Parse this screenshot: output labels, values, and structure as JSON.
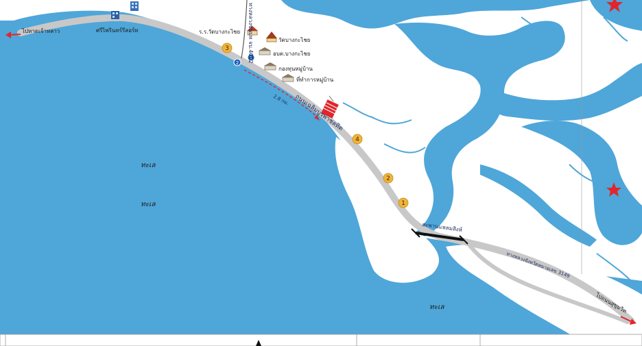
{
  "map": {
    "colors": {
      "water": "#4fa6d9",
      "land": "#ffffff",
      "road": "#c8c8c8",
      "road_edge": "#9a9a9a",
      "marker": "#f0b43c",
      "building_red": "#e0262c",
      "arrow_red": "#e0262c"
    },
    "labels": {
      "to_west": "ไปหาดเจ้าหลาว",
      "hotel": "ศรีไพรินทร์รีสอร์ท",
      "school": "ร.ร.วัดบางกะไชย",
      "temple": "วัดบางกะไชย",
      "tao": "อบต.บางกะไชย",
      "village_fund": "กองทุนหมู่บ้าน",
      "village_office": "ที่ทำการหมู่บ้าน",
      "side_road": "ทางหลวงชนบท จบ.4002",
      "distance": "2.8 กม.",
      "main_road": "ถนนเฉลิมบูรพาชลทิต",
      "bridge": "สะพานแหลมสิงห์",
      "highway": "ทางหลวงจังหวัดหมายเลข 3149",
      "to_sukhumvit": "ไปถนนสุขุมวิท",
      "sea_1": "ทะเล",
      "sea_2": "ทะเล",
      "sea_3": "ทะเล"
    },
    "markers": [
      "1",
      "2",
      "3",
      "4"
    ],
    "route_points": [
      "1",
      "2"
    ],
    "icons": [
      "hotel-building-icon",
      "school-icon",
      "temple-icon",
      "office-icon",
      "star-icon",
      "north-arrow-icon"
    ]
  }
}
